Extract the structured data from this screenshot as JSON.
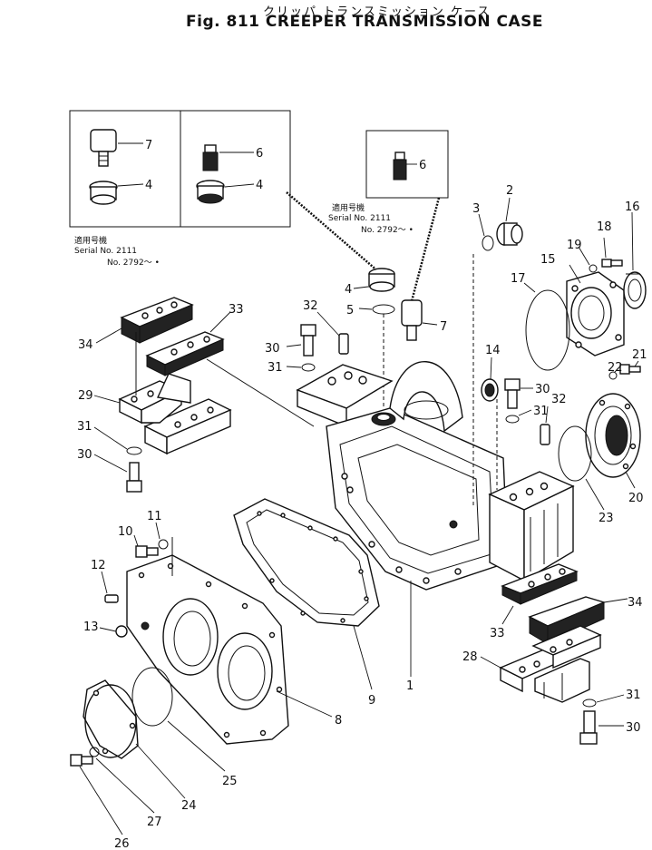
{
  "figure": {
    "title_jp": "クリッパ トランスミッション ケース",
    "title_en": "Fig. 811 CREEPER TRANSMISSION CASE"
  },
  "notes": {
    "left": {
      "jp": "適用号機",
      "serial": "Serial No. 2111",
      "range": "No. 2792～ •"
    },
    "center": {
      "jp": "適用号機",
      "serial": "Serial No. 2111",
      "range": "No. 2792～ •"
    }
  },
  "callouts": {
    "c1": "1",
    "c2": "2",
    "c3": "3",
    "c4a": "4",
    "c4b": "4",
    "c4c": "4",
    "c5": "5",
    "c6a": "6",
    "c6b": "6",
    "c7a": "7",
    "c7b": "7",
    "c8": "8",
    "c9": "9",
    "c10": "10",
    "c11": "11",
    "c12": "12",
    "c13": "13",
    "c14": "14",
    "c15": "15",
    "c16": "16",
    "c17": "17",
    "c18": "18",
    "c19": "19",
    "c20": "20",
    "c21": "21",
    "c22": "22",
    "c23": "23",
    "c24": "24",
    "c25": "25",
    "c26": "26",
    "c27": "27",
    "c28": "28",
    "c29": "29",
    "c30a": "30",
    "c30b": "30",
    "c30c": "30",
    "c30d": "30",
    "c31a": "31",
    "c31b": "31",
    "c31c": "31",
    "c31d": "31",
    "c32a": "32",
    "c32b": "32",
    "c33a": "33",
    "c33b": "33",
    "c34a": "34",
    "c34b": "34"
  }
}
